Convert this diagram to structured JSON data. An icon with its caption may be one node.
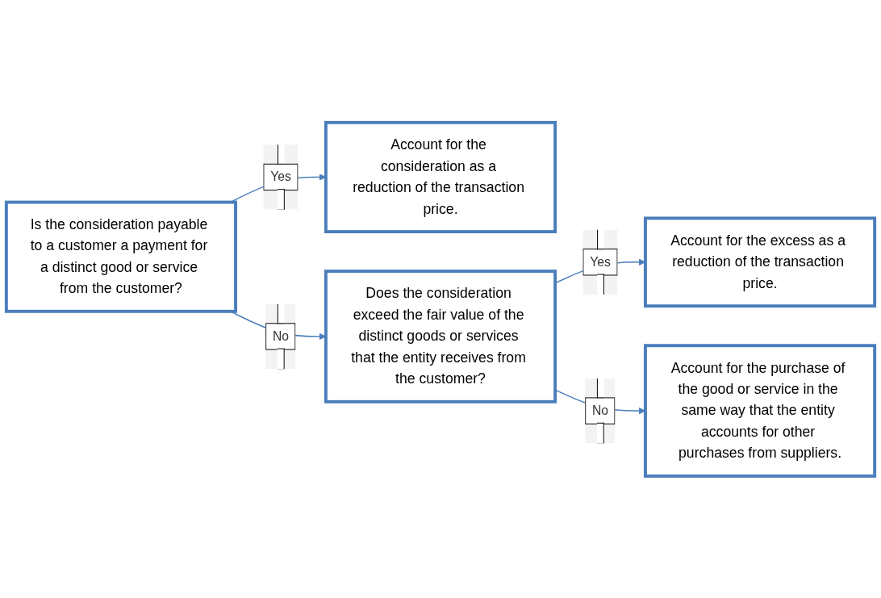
{
  "diagram": {
    "nodes": [
      {
        "text": [
          "Is the consideration payable to a customer a payment for a distinct good or service from the customer?"
        ]
      },
      {
        "text": [
          "Account for the consideration as a reduction of the transaction price."
        ]
      },
      {
        "text": [
          "Does the consideration exceed the fair value of the distinct goods or services that the entity receives from the customer?"
        ]
      },
      {
        "text": [
          "Account for the excess as a reduction of the transaction price."
        ]
      },
      {
        "text": [
          "Account for the purchase of the good or service in the same way that the entity accounts for other purchases from suppliers."
        ]
      }
    ],
    "edges": [
      {
        "from": 0,
        "to": 1,
        "arrow": "to",
        "label": "Yes"
      },
      {
        "from": 0,
        "to": 2,
        "arrow": "to",
        "label": "No"
      },
      {
        "from": 2,
        "to": 3,
        "arrow": "to",
        "label": "Yes"
      },
      {
        "from": 2,
        "to": 4,
        "arrow": "to",
        "label": "No"
      }
    ]
  }
}
